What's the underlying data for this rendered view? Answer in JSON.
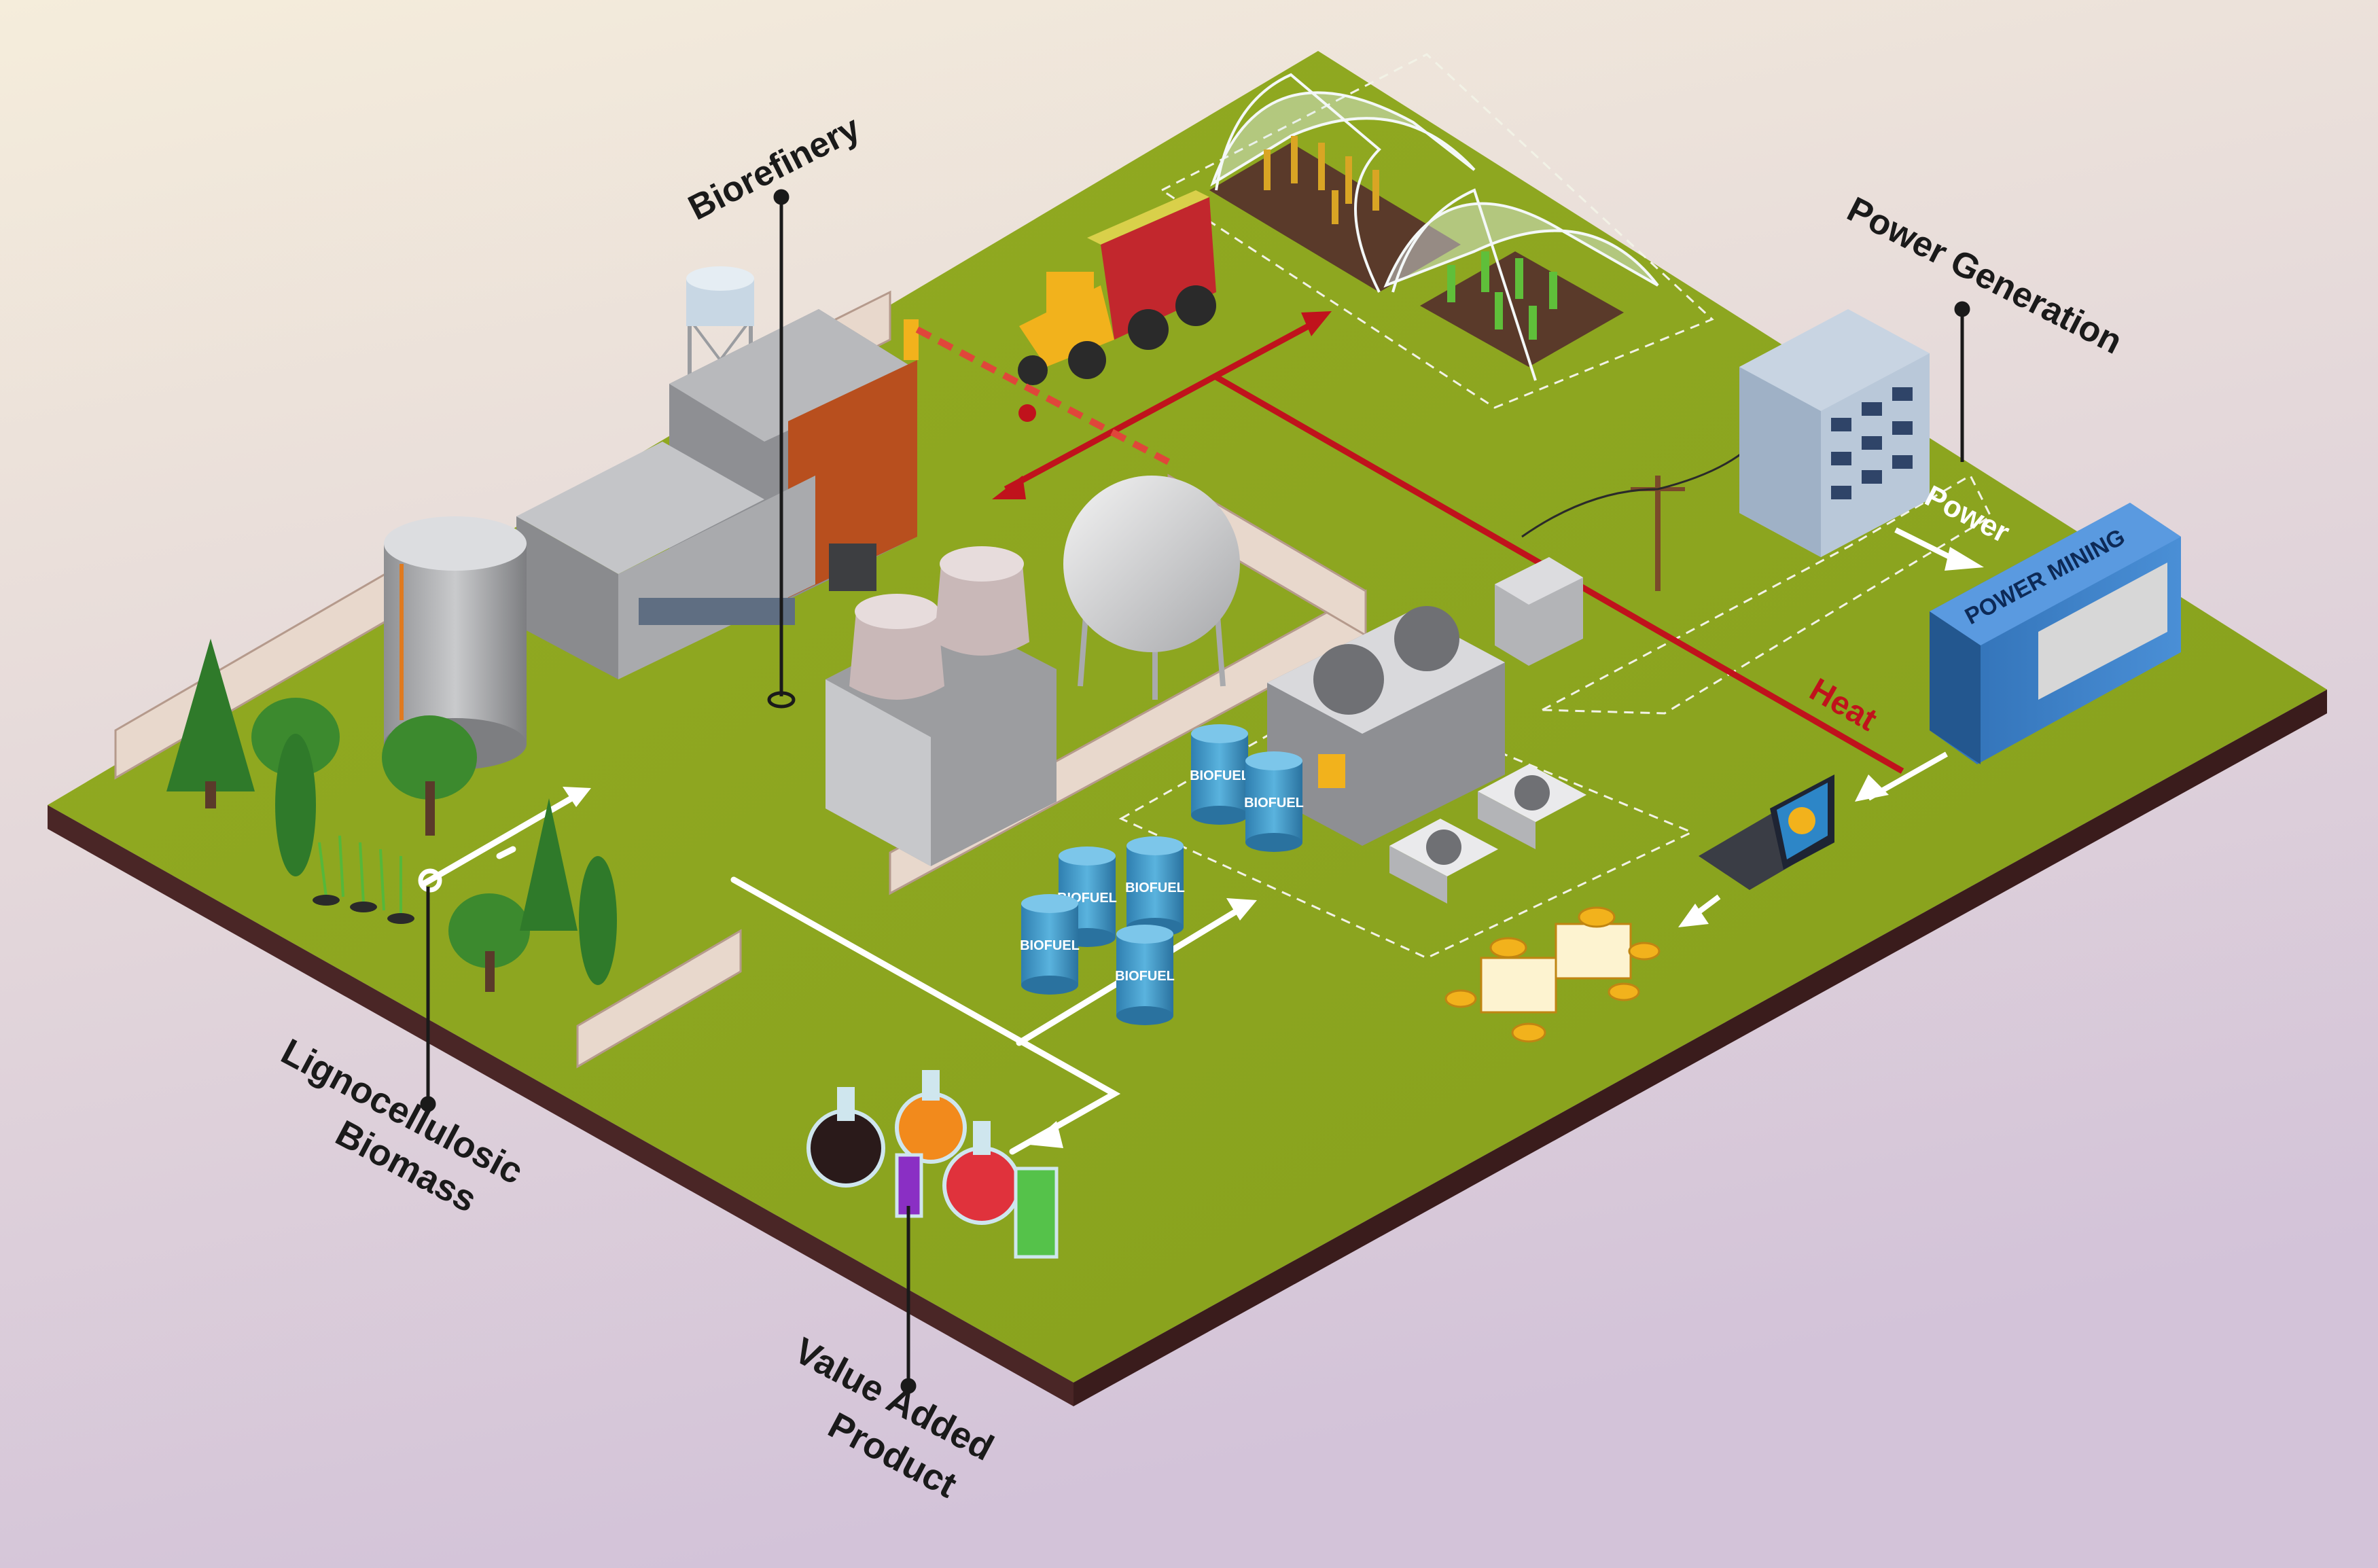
{
  "labels": {
    "biorefinery": "Biorefinery",
    "power_generation": "Power Generation",
    "lignocellulosic_line1": "Lignocellulosic",
    "lignocellulosic_line2": "Biomass",
    "value_added_line1": "Value Added",
    "value_added_line2": "Product",
    "power": "Power",
    "heat": "Heat",
    "power_mining": "POWER MINING",
    "barrel": "BIOFUEL"
  },
  "colors": {
    "background_top": "#f3ead8",
    "background_bottom": "#d4c4d8",
    "ground": "#8aa31f",
    "ground_edge": "#3a1e1e",
    "heat_line": "#c0121c",
    "flow_arrow": "#ffffff",
    "barrel": "#3f9ac9",
    "container": "#3d7fc4",
    "leader_line": "#1a1a1a"
  },
  "icons": [
    "tractor-icon",
    "greenhouse-icon",
    "tree-icon",
    "factory-icon",
    "storage-tank-icon",
    "water-tower-icon",
    "gas-sphere-icon",
    "cooling-tower-icon",
    "biofuel-barrel-icon",
    "generator-icon",
    "server-rack-icon",
    "mining-container-icon",
    "laptop-bitcoin-icon",
    "coin-stack-icon",
    "flask-icon",
    "utility-pole-icon",
    "gate-barrier-icon"
  ]
}
